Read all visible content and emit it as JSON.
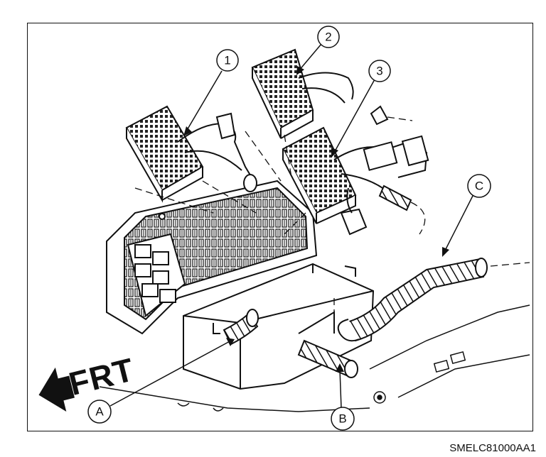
{
  "figure": {
    "code": "SMELC81000AA1",
    "direction_label": "FRT",
    "callouts": [
      {
        "id": "connector-1",
        "label": "1"
      },
      {
        "id": "connector-2",
        "label": "2"
      },
      {
        "id": "connector-3",
        "label": "3"
      },
      {
        "id": "harness-a",
        "label": "A"
      },
      {
        "id": "harness-b",
        "label": "B"
      },
      {
        "id": "harness-c",
        "label": "C"
      }
    ]
  }
}
